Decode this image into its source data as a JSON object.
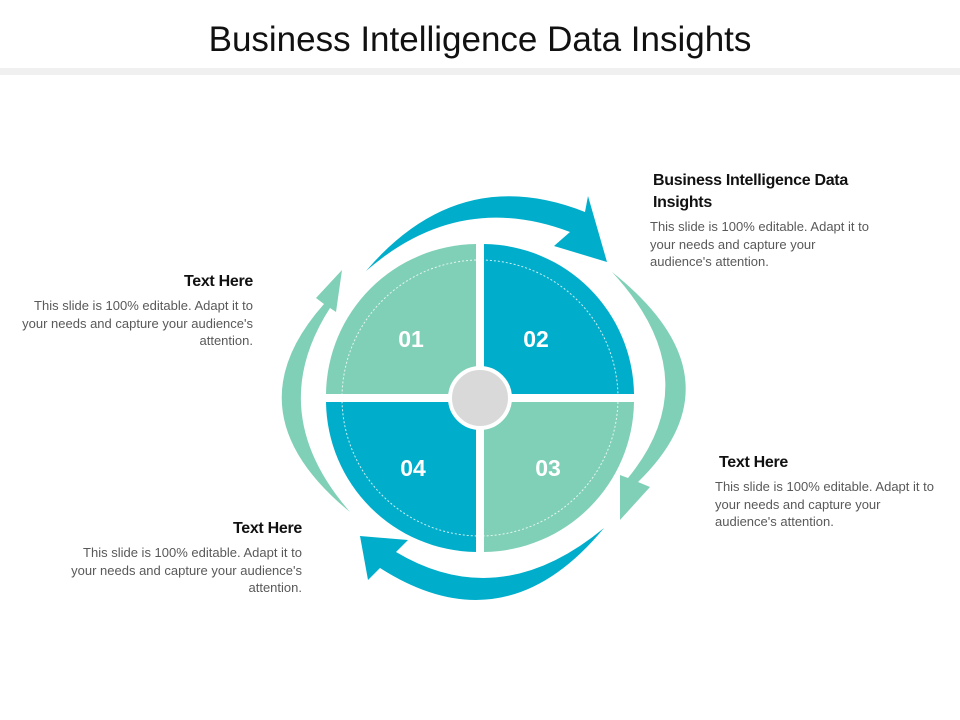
{
  "title": "Business Intelligence Data Insights",
  "colors": {
    "teal": "#00AECB",
    "mint": "#7FD0B6",
    "hub": "#D9D9D9"
  },
  "quadrants": [
    {
      "number": "01",
      "color": "#7FD0B6"
    },
    {
      "number": "02",
      "color": "#00AECB"
    },
    {
      "number": "03",
      "color": "#7FD0B6"
    },
    {
      "number": "04",
      "color": "#00AECB"
    }
  ],
  "blocks": [
    {
      "heading": "Business Intelligence Data Insights",
      "body": "This slide is 100% editable. Adapt it to your needs and capture your audience's attention."
    },
    {
      "heading": "Text Here",
      "body": "This slide is 100% editable. Adapt it to your needs and capture your audience's attention."
    },
    {
      "heading": "Text Here",
      "body": "This slide is 100% editable. Adapt it to your needs and capture your audience's attention."
    },
    {
      "heading": "Text Here",
      "body": "This slide is 100% editable. Adapt it to your needs and capture your audience's attention."
    }
  ]
}
